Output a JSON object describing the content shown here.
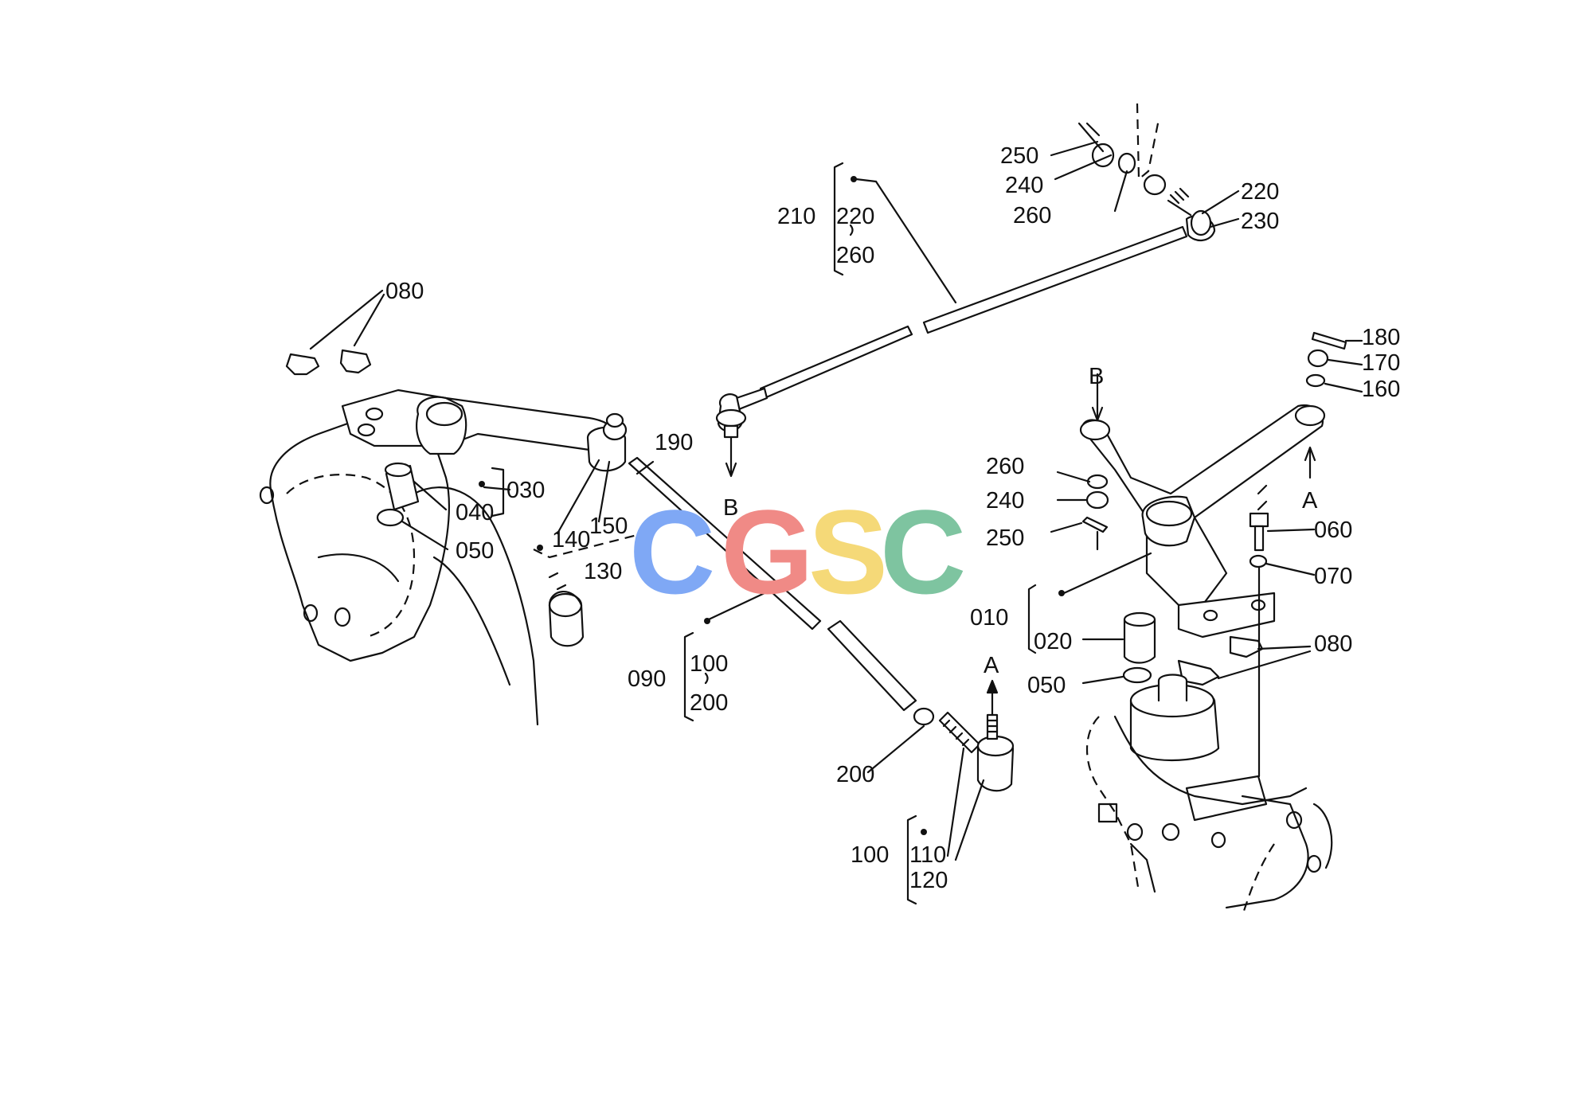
{
  "watermark": {
    "letters": [
      {
        "char": "C",
        "color": "#7fa8f5"
      },
      {
        "char": "G",
        "color": "#f08a86"
      },
      {
        "char": "S",
        "color": "#f5d978"
      },
      {
        "char": "C",
        "color": "#7ec4a0"
      }
    ]
  },
  "callouts": {
    "c080a": "080",
    "c030": "030",
    "c040": "040",
    "c050a": "050",
    "c190": "190",
    "c140": "140",
    "c150": "150",
    "c130": "130",
    "c210": "210",
    "c210_220": "220",
    "c210_260": "260",
    "c250a": "250",
    "c240a": "240",
    "c260a": "260",
    "c220": "220",
    "c230": "230",
    "cBtop": "B",
    "cB": "B",
    "c180": "180",
    "c170": "170",
    "c160": "160",
    "cA": "A",
    "c260b": "260",
    "c240b": "240",
    "c250b": "250",
    "c060": "060",
    "c070": "070",
    "c010": "010",
    "c020": "020",
    "c050b": "050",
    "c080b": "080",
    "c090": "090",
    "c090_100": "100",
    "c090_200": "200",
    "cAmid": "A",
    "c200": "200",
    "c100": "100",
    "c110": "110",
    "c120": "120"
  }
}
